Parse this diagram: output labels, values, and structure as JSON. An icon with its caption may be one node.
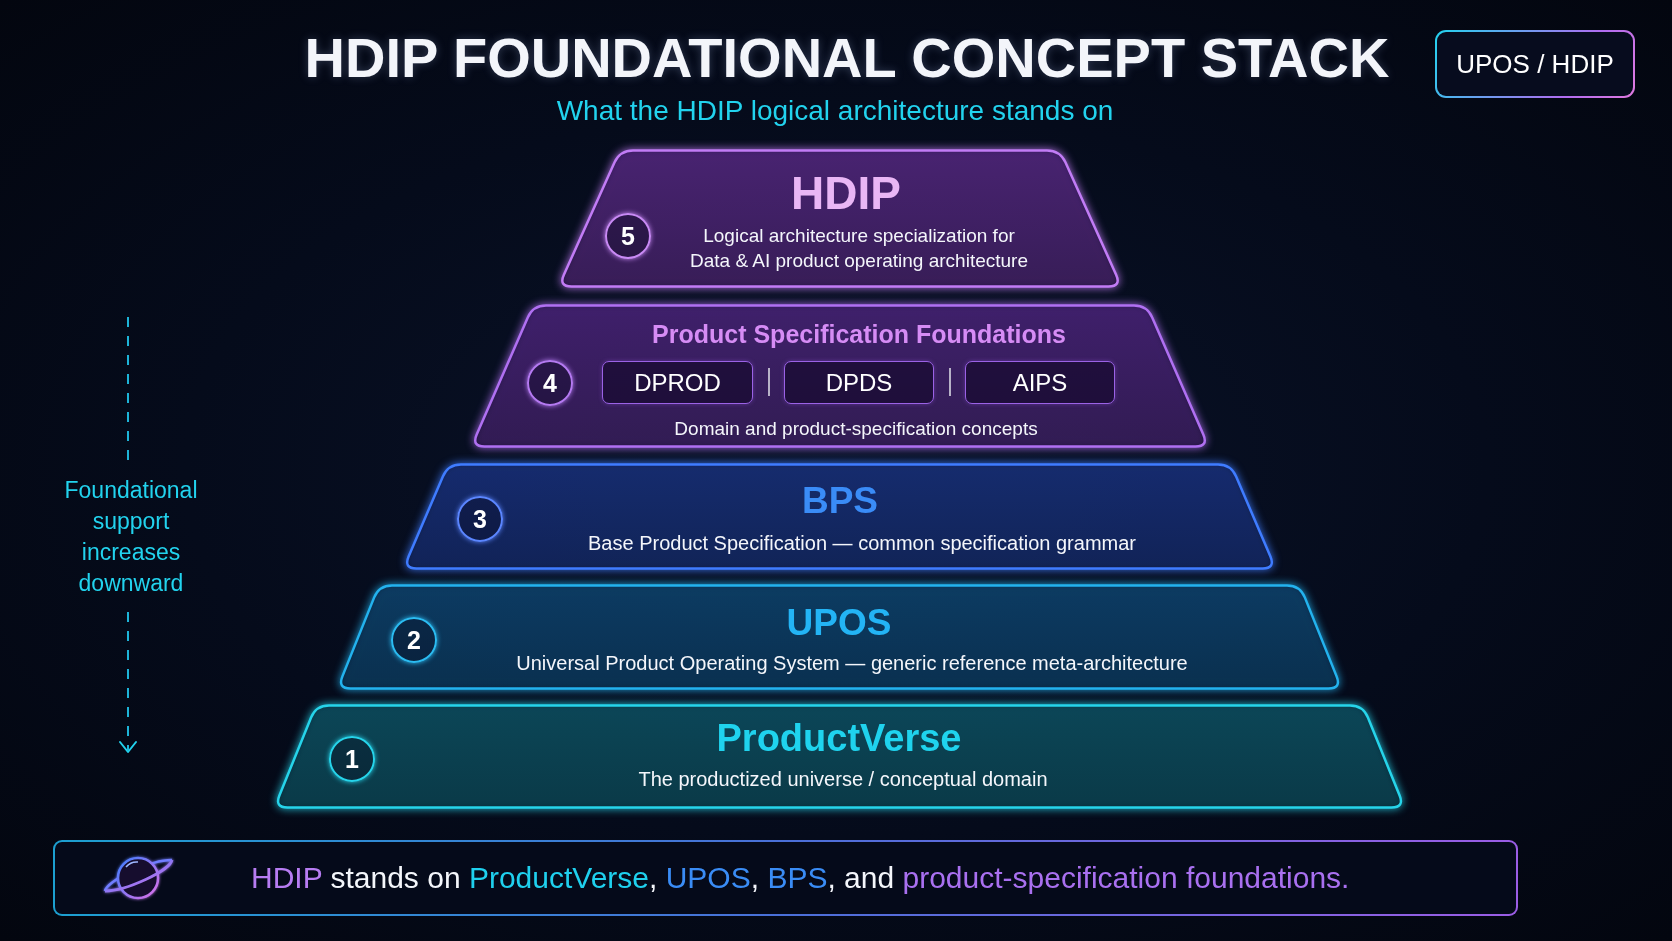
{
  "diagram": {
    "title": "HDIP FOUNDATIONAL CONCEPT STACK",
    "nodes": [
      {
        "text": [
          "UPOS / HDIP"
        ]
      },
      {
        "text": [
          "HDIP",
          "Logical architecture specialization for Data & AI product operating architecture"
        ]
      },
      {
        "text": [
          "5"
        ],
        "in": 1
      },
      {
        "text": [
          "Product Specification Foundations",
          "Domain and product-specification concepts"
        ]
      },
      {
        "text": [
          "4"
        ],
        "in": 3
      },
      {
        "text": [
          "DPROD"
        ],
        "in": 3
      },
      {
        "text": [
          "DPDS"
        ],
        "in": 3
      },
      {
        "text": [
          "AIPS"
        ],
        "in": 3
      },
      {
        "text": [
          "BPS",
          "Base Product Specification — common specification grammar"
        ]
      },
      {
        "text": [
          "3"
        ],
        "in": 8
      },
      {
        "text": [
          "UPOS",
          "Universal Product Operating System — generic reference meta-architecture"
        ]
      },
      {
        "text": [
          "2"
        ],
        "in": 10
      },
      {
        "text": [
          "ProductVerse",
          "The productized universe / conceptual domain"
        ]
      },
      {
        "text": [
          "1"
        ],
        "in": 12
      },
      {
        "text": [
          "**HDIP** stands on **ProductVerse**, **UPOS**, **BPS**, and **product-specification foundations.**"
        ]
      }
    ],
    "labels": [
      "What the HDIP logical architecture stands on",
      "Foundational support increases downward"
    ]
  }
}
